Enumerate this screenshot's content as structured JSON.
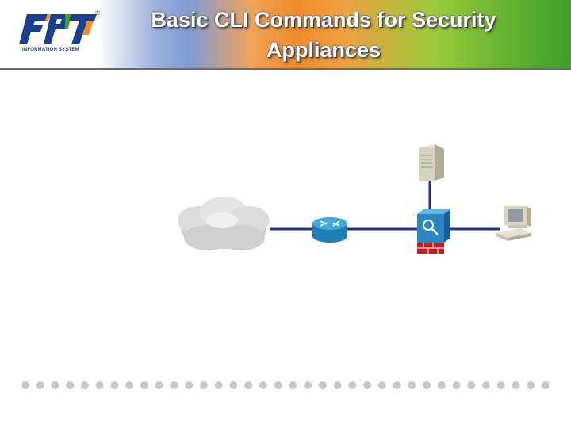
{
  "header": {
    "title_line1": "Basic CLI Commands for Security",
    "title_line2": "Appliances",
    "logo_text": "FPT",
    "logo_caption": "INFORMATION SYSTEM",
    "logo_reg_mark": "®"
  },
  "diagram": {
    "nodes": [
      {
        "name": "internet-cloud",
        "icon": "cloud-icon"
      },
      {
        "name": "router",
        "icon": "router-icon"
      },
      {
        "name": "security-appliance",
        "icon": "firewall-icon"
      },
      {
        "name": "server",
        "icon": "server-icon"
      },
      {
        "name": "workstation",
        "icon": "workstation-icon"
      }
    ],
    "link_color": "#2b2f86"
  },
  "colors": {
    "brand_blue": "#1b3f8f",
    "brand_orange": "#f08a2a",
    "brand_green": "#3f9f2a"
  },
  "footer": {
    "dot_count": 36,
    "dot_color": "#c8c8c8"
  }
}
